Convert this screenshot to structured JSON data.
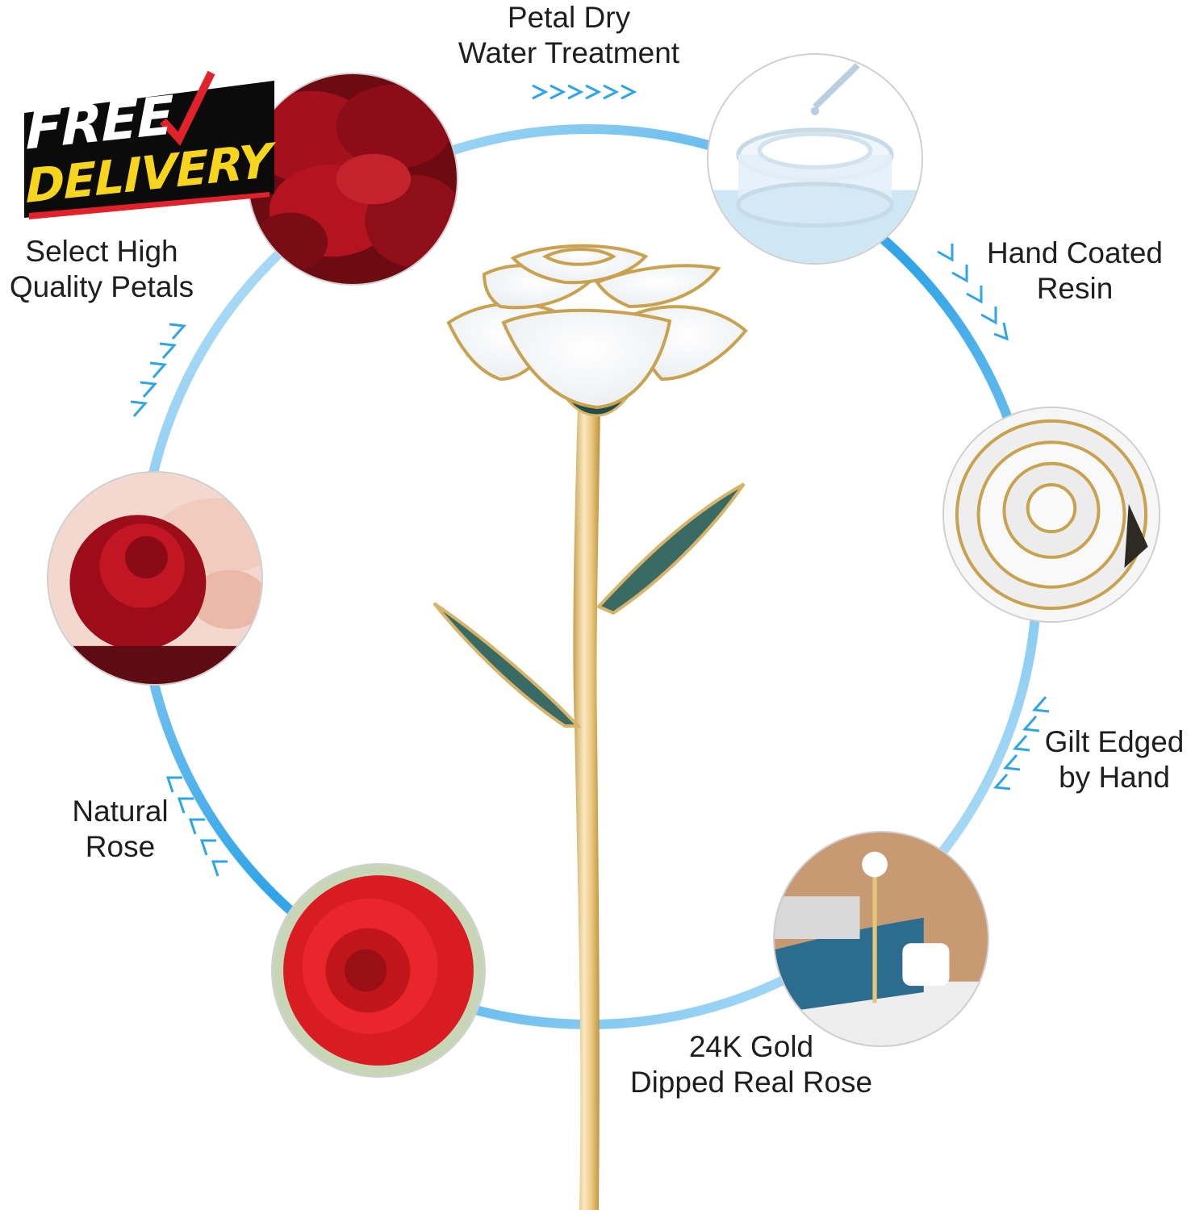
{
  "badge": {
    "line1": "FREE",
    "line2": "DELIVERY"
  },
  "steps": [
    {
      "id": "petals",
      "line1": "Select High",
      "line2": "Quality Petals"
    },
    {
      "id": "water",
      "line1": "Petal Dry",
      "line2": "Water Treatment"
    },
    {
      "id": "resin",
      "line1": "Hand Coated",
      "line2": "Resin"
    },
    {
      "id": "gilt",
      "line1": "Gilt Edged",
      "line2": "by Hand"
    },
    {
      "id": "gold",
      "line1": "24K Gold",
      "line2": "Dipped Real Rose"
    },
    {
      "id": "natural",
      "line1": "Natural",
      "line2": "Rose"
    }
  ],
  "arrows": {
    "forward": ">>>>>>",
    "chevrons": ">>>>"
  },
  "colors": {
    "ring": "#2fa4e7",
    "ring_light": "#c8e8fa",
    "gold": "#e5c57a",
    "petal_red": "#b3111b",
    "resin_blue": "#cfe7f5"
  }
}
